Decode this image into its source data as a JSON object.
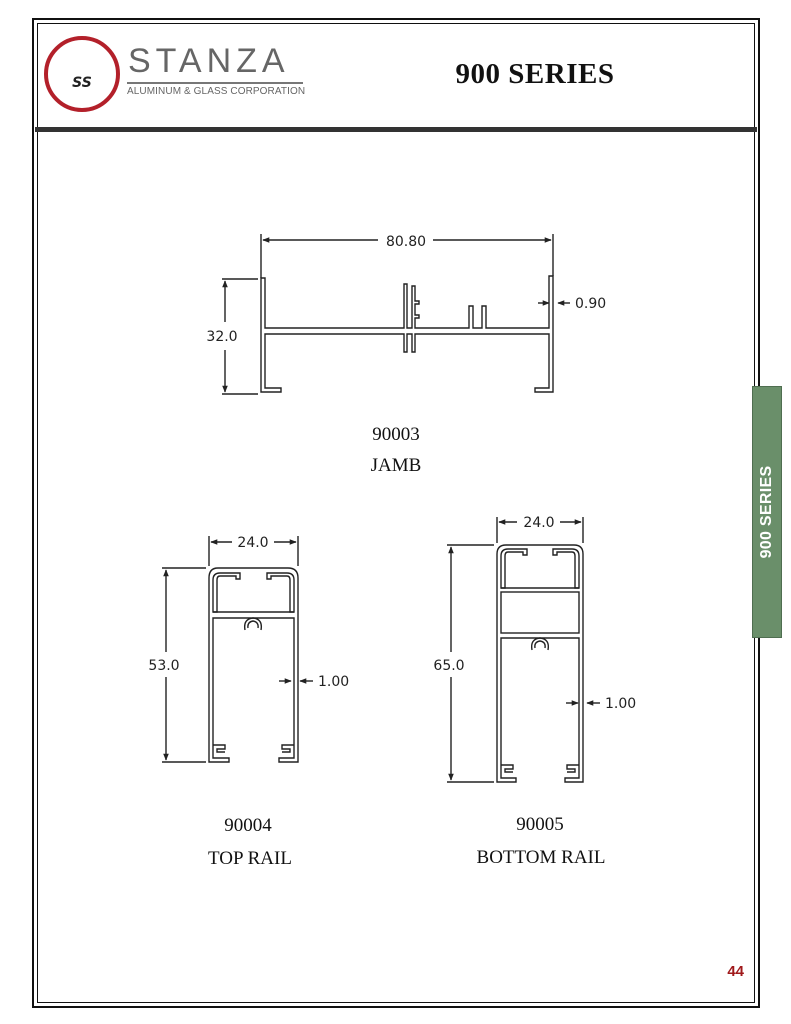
{
  "brand": {
    "monogram": "SS",
    "name": "STANZA",
    "subtitle": "ALUMINUM & GLASS CORPORATION",
    "accent_color": "#b3202a"
  },
  "header": {
    "title": "900 SERIES"
  },
  "side_tab": {
    "label": "900 SERIES",
    "color": "#6a8f6a"
  },
  "profiles": [
    {
      "code": "90003",
      "name": "JAMB",
      "dimensions": {
        "width": "80.80",
        "height": "32.0",
        "wall": "0.90"
      }
    },
    {
      "code": "90004",
      "name": "TOP RAIL",
      "dimensions": {
        "width": "24.0",
        "height": "53.0",
        "wall": "1.00"
      }
    },
    {
      "code": "90005",
      "name": "BOTTOM RAIL",
      "dimensions": {
        "width": "24.0",
        "height": "65.0",
        "wall": "1.00"
      }
    }
  ],
  "page_number": "44"
}
